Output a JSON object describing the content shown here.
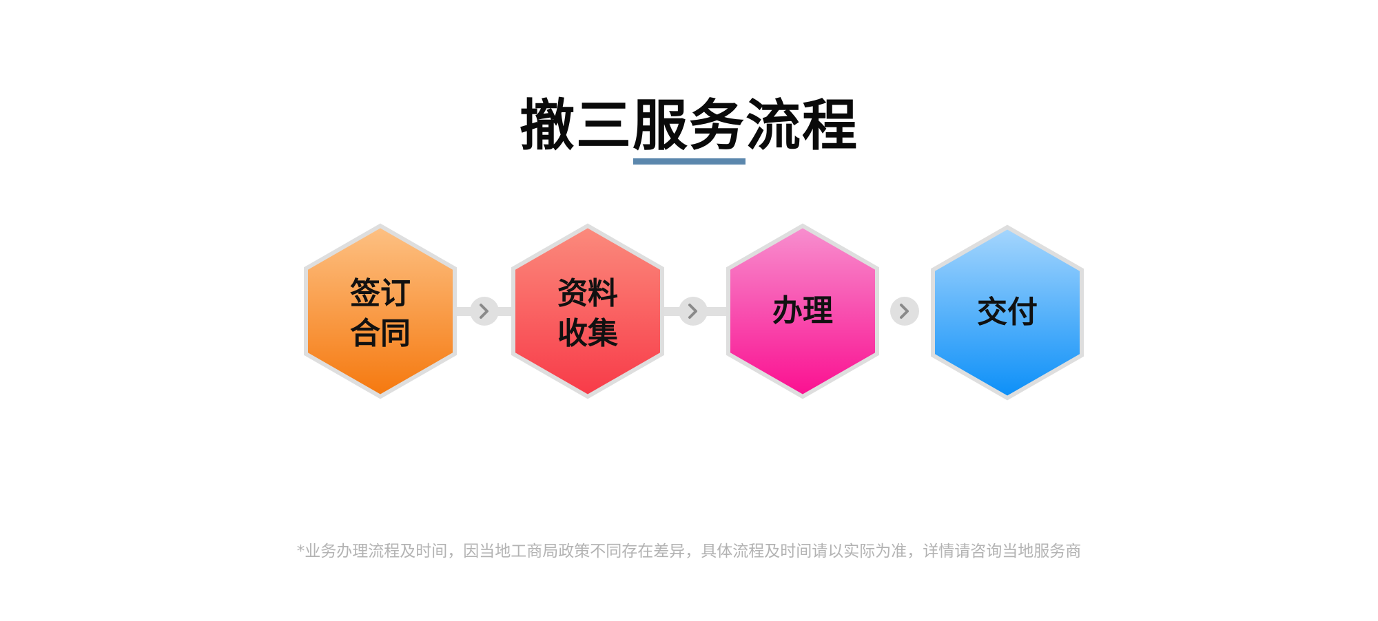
{
  "title": "撤三服务流程",
  "steps": [
    {
      "label": "签订\n合同",
      "color_top": "#fdc184",
      "color_bottom": "#f5780e"
    },
    {
      "label": "资料\n收集",
      "color_top": "#fb8b7d",
      "color_bottom": "#f83a48"
    },
    {
      "label": "办理",
      "color_top": "#f790cf",
      "color_bottom": "#fa0f90"
    },
    {
      "label": "交付",
      "color_top": "#a6d6fd",
      "color_bottom": "#0b8ff8"
    }
  ],
  "connector_icon": "chevron-right-icon",
  "colors": {
    "accent_underline": "#5b87ad",
    "hex_border": "#dedede",
    "connector": "#e0e0e0"
  },
  "footnote": "*业务办理流程及时间，因当地工商局政策不同存在差异，具体流程及时间请以实际为准，详情请咨询当地服务商"
}
